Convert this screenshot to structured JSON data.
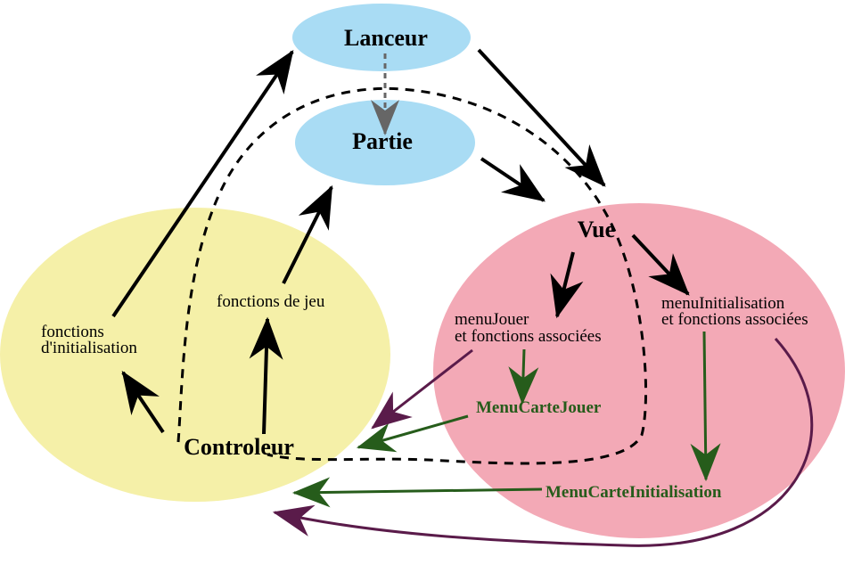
{
  "nodes": {
    "lanceur": "Lanceur",
    "partie": "Partie",
    "vue": "Vue",
    "controleur": "Controleur"
  },
  "labels": {
    "fonctions_init_1": "fonctions",
    "fonctions_init_2": "d'initialisation",
    "fonctions_jeu": "fonctions de jeu",
    "menu_jouer_1": "menuJouer",
    "menu_jouer_2": "et fonctions associées",
    "menu_init_1": "menuInitialisation",
    "menu_init_2": "et fonctions associées",
    "menu_carte_jouer": "MenuCarteJouer",
    "menu_carte_init": "MenuCarteInitialisation"
  },
  "colors": {
    "blue_node": "#a9dcf4",
    "yellow_node": "#f5f0a8",
    "pink_node": "#f3a9b6",
    "green": "#265c1b",
    "purple": "#5a1b4a",
    "grey": "#666666",
    "black": "#000000"
  }
}
